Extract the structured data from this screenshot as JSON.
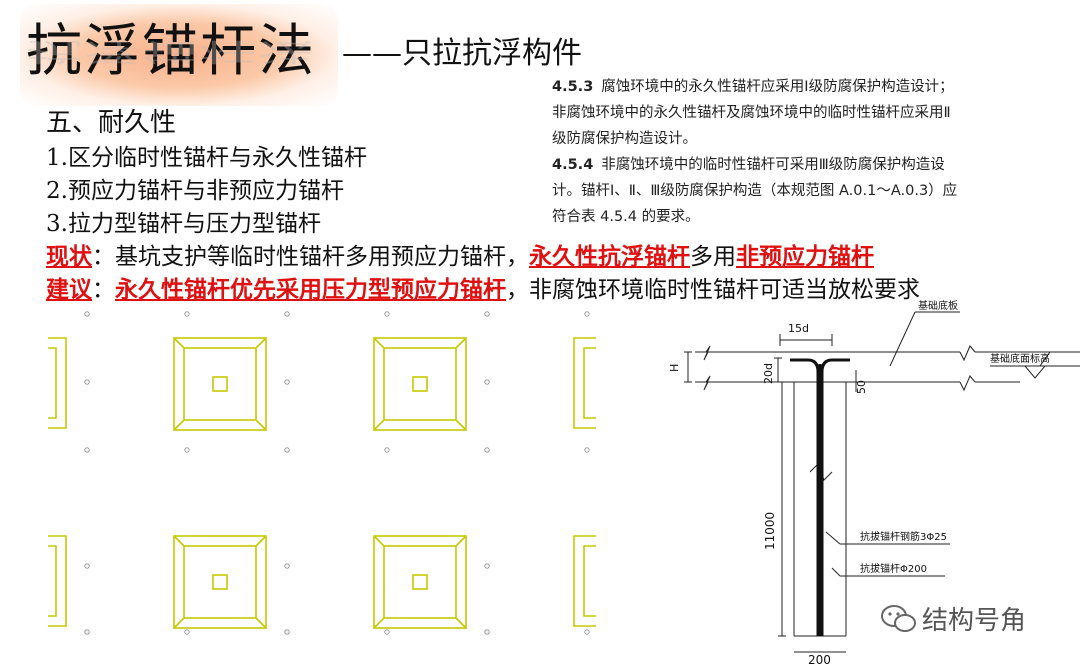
{
  "title": "抗浮锚杆法",
  "subtitle": "——只拉抗浮构件",
  "spec": {
    "clause_1": {
      "number": "4.5.3",
      "lines": [
        "腐蚀环境中的永久性锚杆应采用Ⅰ级防腐保护构造设计；",
        "非腐蚀环境中的永久性锚杆及腐蚀环境中的临时性锚杆应采用Ⅱ",
        "级防腐保护构造设计。"
      ]
    },
    "clause_2": {
      "number": "4.5.4",
      "lines": [
        "非腐蚀环境中的临时性锚杆可采用Ⅲ级防腐保护构造设",
        "计。锚杆Ⅰ、Ⅱ、Ⅲ级防腐保护构造（本规范图 A.0.1～A.0.3）应",
        "符合表 4.5.4 的要求。"
      ]
    }
  },
  "section_heading": "五、耐久性",
  "items": [
    "1.区分临时性锚杆与永久性锚杆",
    "2.预应力锚杆与非预应力锚杆",
    "3.拉力型锚杆与压力型锚杆"
  ],
  "status": {
    "label": "现状",
    "colon": "：",
    "text1": "基坑支护等临时性锚杆多用预应力锚杆，",
    "highlight1": "永久性抗浮锚杆",
    "text2": "多用",
    "highlight2": "非预应力锚杆"
  },
  "suggestion": {
    "label": "建议",
    "colon": "：",
    "highlight": "永久性锚杆优先采用压力型预应力锚杆",
    "text": "，非腐蚀环境临时性锚杆可适当放松要求"
  },
  "detail_drawing": {
    "label_15d": "15d",
    "label_base_slab": "基础底板",
    "label_H": "H",
    "label_20d": "20d",
    "label_50": "50",
    "label_base_elev": "基础底面标高",
    "label_11000": "11000",
    "label_rebar": "抗拔锚杆钢筋3Φ25",
    "label_anchor": "抗拔锚杆Φ200",
    "label_200": "200"
  },
  "watermark": "结构号角",
  "colors": {
    "accent_red": "#e01010",
    "plan_yellow": "#c8c800",
    "title_glow": "#f8b08a"
  }
}
